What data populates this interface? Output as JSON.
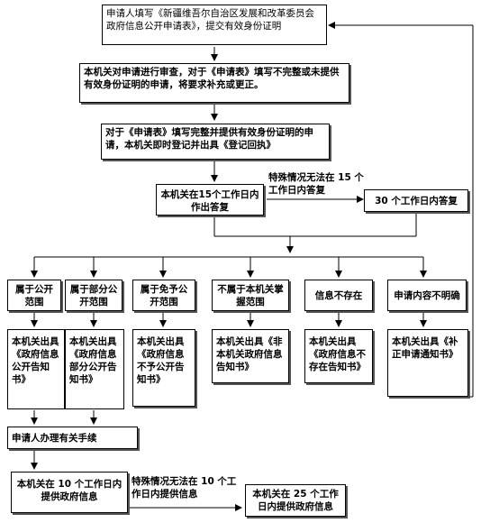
{
  "nodes": {
    "n1": "申请人填写《新疆维吾尔自治区发展和改革委员会政府信息公开申请表》，提交有效身份证明",
    "n2": "本机关对申请进行审查，对于《申请表》填写不完整或未提供有效身份证明的申请，将要求补充或更正。",
    "n3": "对于《申请表》填写完整并提供有效身份证明的申请，本机关即时登记并出具《登记回执》",
    "n4": "本机关在15个工作日内作出答复",
    "n5": "30 个工作日内答复",
    "c1": "属于公开范围",
    "c2": "属于部分公开范围",
    "c3": "属于免予公开范围",
    "c4": "不属于本机关掌握范围",
    "c5": "信息不存在",
    "c6": "申请内容不明确",
    "d1": "本机关出具《政府信息公开告知书》",
    "d2": "本机关出具《政府信息部分公开告知书》",
    "d3": "本机关出具《政府信息不予公开告知书》",
    "d4": "本机关出具《非本机关政府信息告知书》",
    "d5": "本机关出具《政府信息不存在告知书》",
    "d6": "本机关出具《补正申请通知书》",
    "p1": "申请人办理有关手续",
    "f1": "本机关在 10 个工作日内提供政府信息",
    "f2": "本机关在 25 个工作日内提供政府信息"
  },
  "labels": {
    "special1": "特殊情况无法在 15 个工作日内答复",
    "special2": "特殊情况无法在 10 个工作日内提供信息"
  }
}
